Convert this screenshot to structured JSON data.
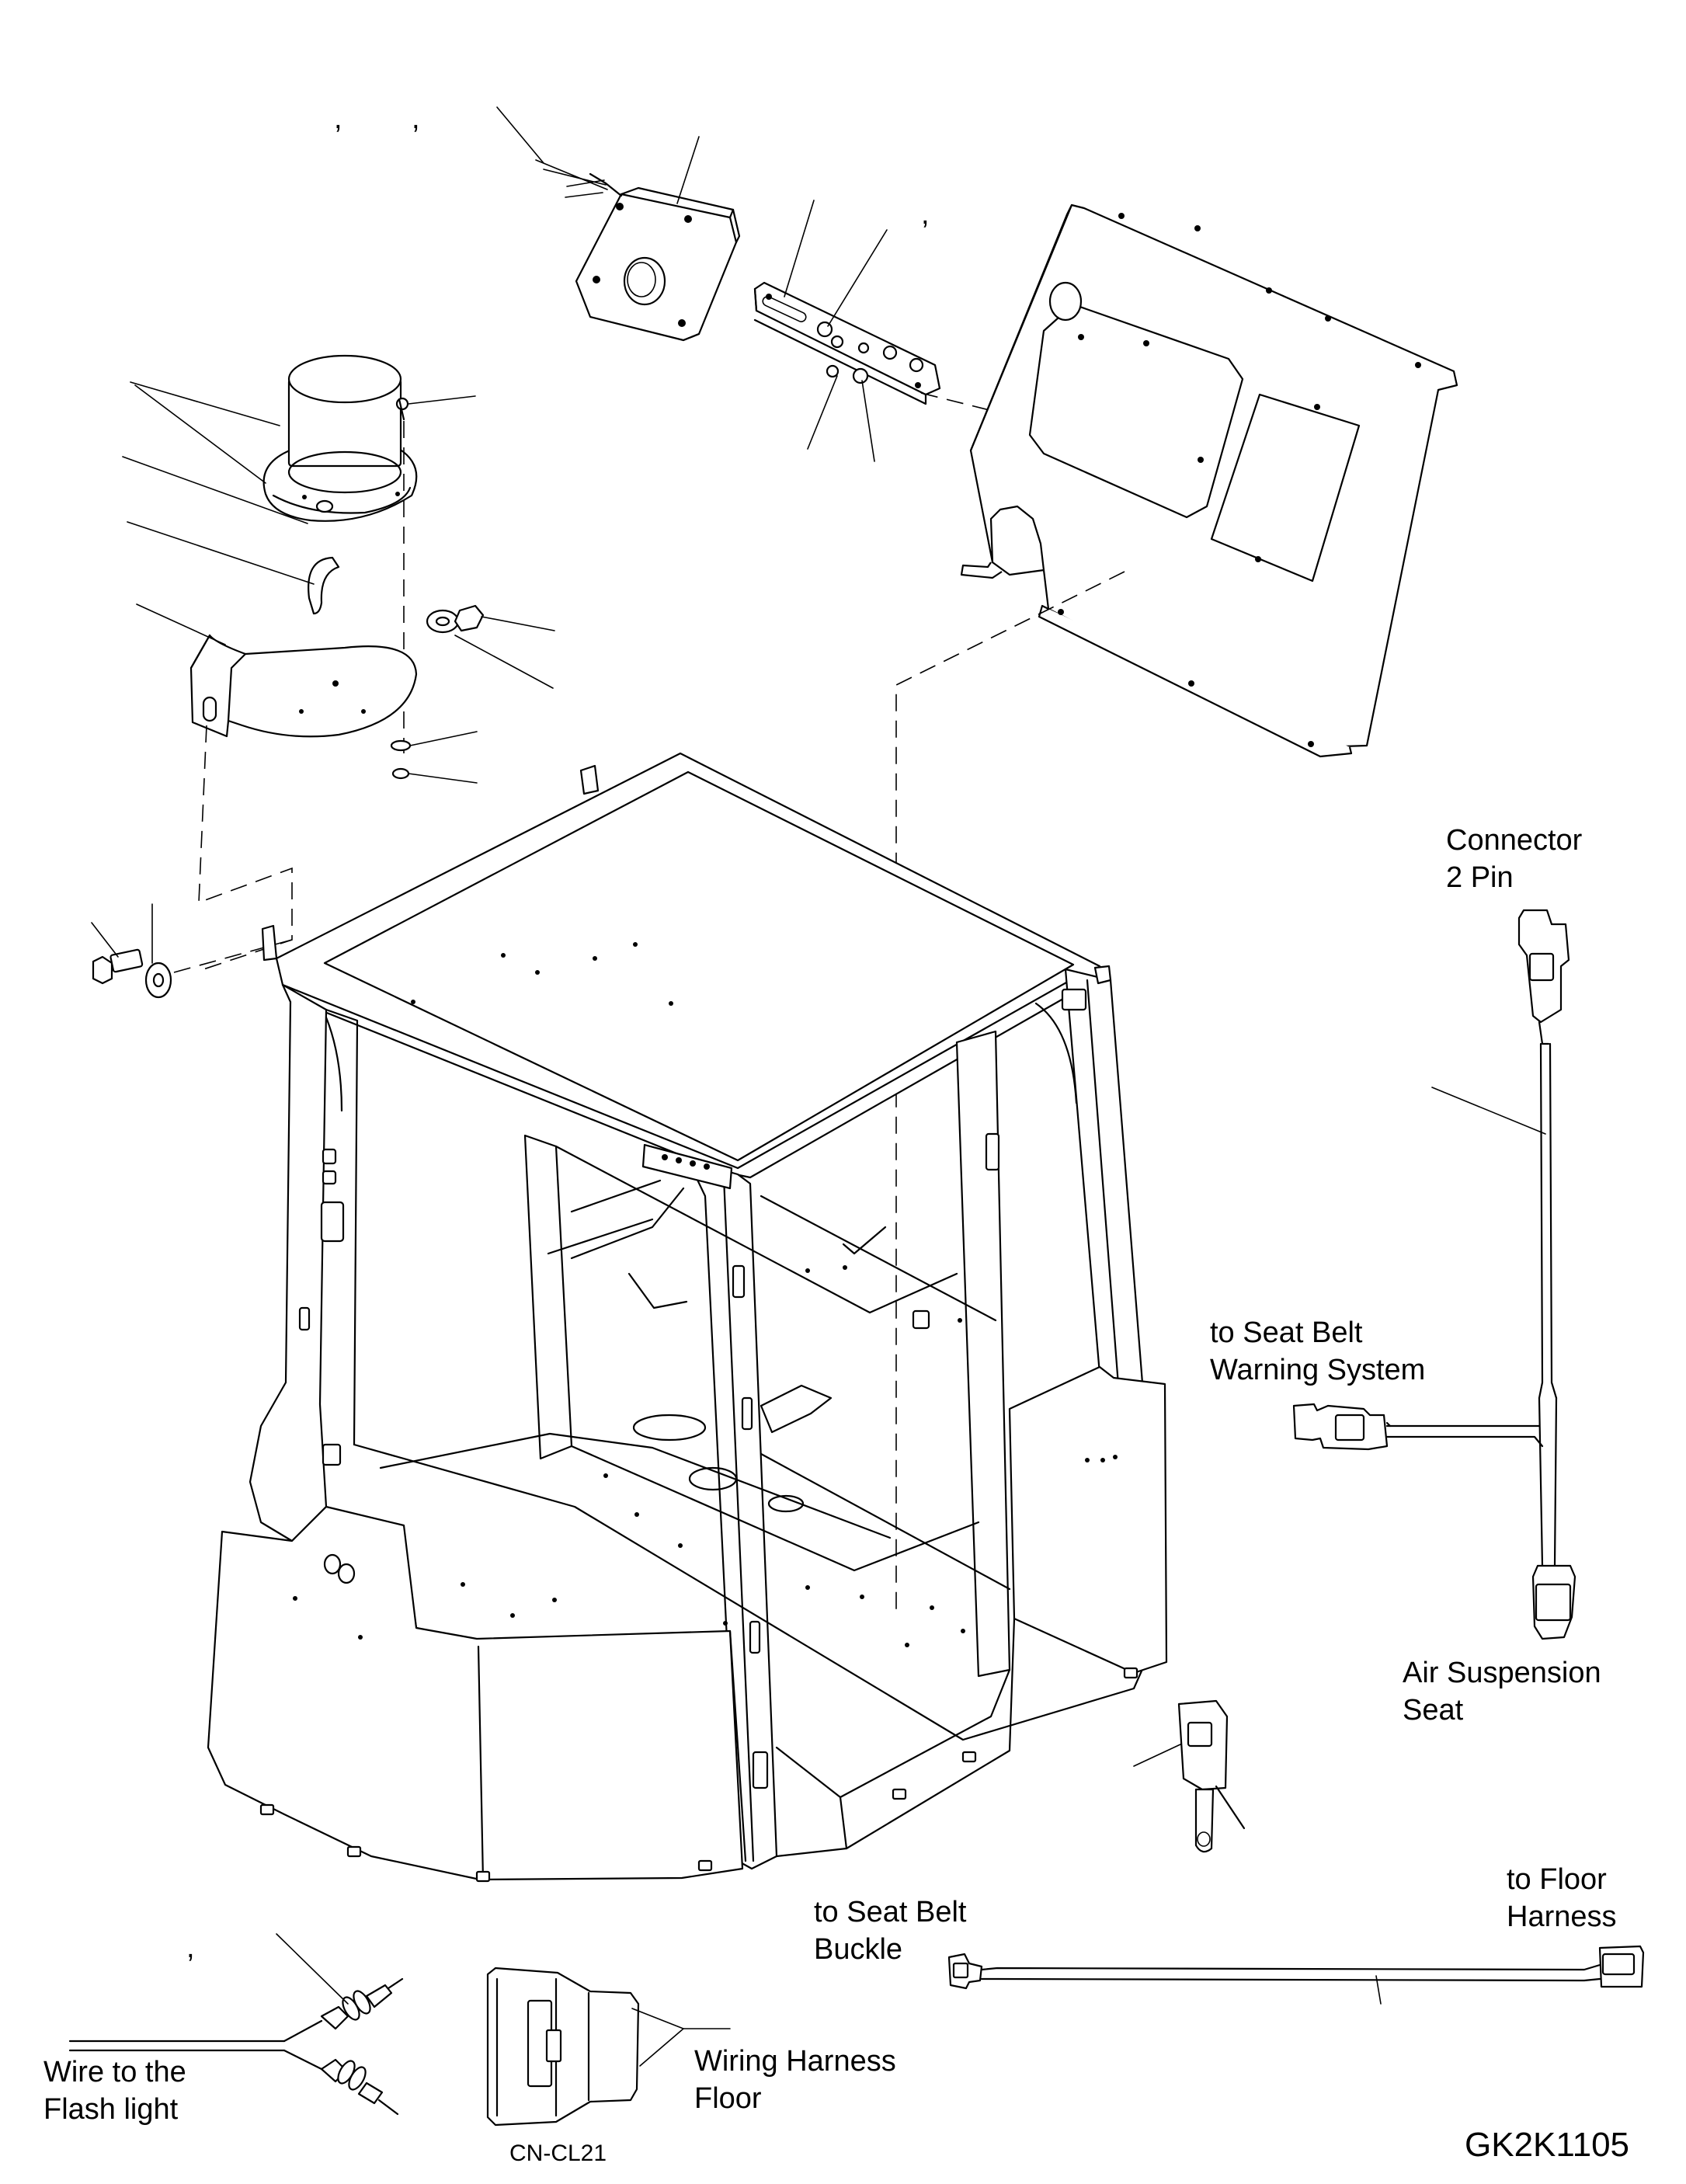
{
  "labels": {
    "connector_2pin_line1": "Connector",
    "connector_2pin_line2": "2 Pin",
    "seat_belt_warning_line1": "to Seat Belt",
    "seat_belt_warning_line2": "Warning System",
    "air_suspension_line1": "Air Suspension",
    "air_suspension_line2": "Seat",
    "seat_belt_buckle_line1": "to Seat Belt",
    "seat_belt_buckle_line2": "Buckle",
    "floor_harness_line1": "to Floor",
    "floor_harness_line2": "Harness",
    "wire_flash_line1": "Wire to the",
    "wire_flash_line2": "Flash light",
    "wiring_floor_line1": "Wiring Harness",
    "wiring_floor_line2": "Floor",
    "connector_code": "CN-CL21",
    "drawing_code": "GK2K1105"
  },
  "marks": {
    "comma": ","
  }
}
